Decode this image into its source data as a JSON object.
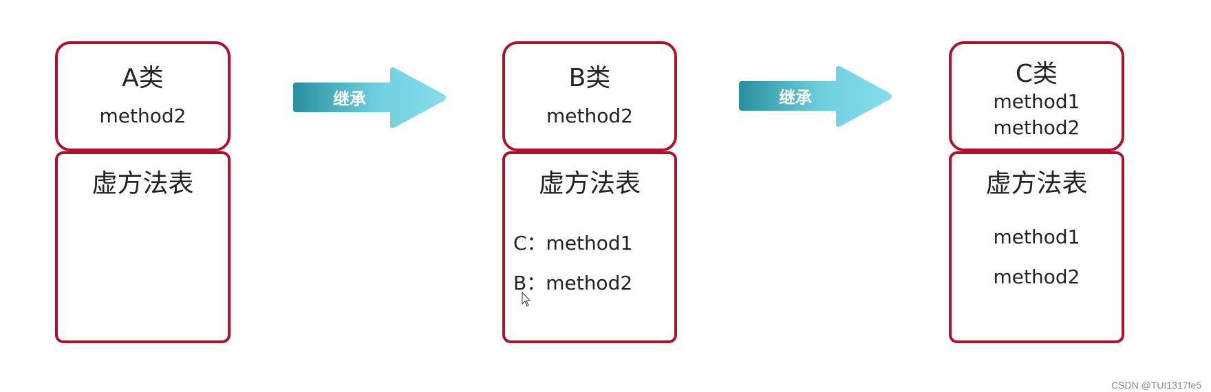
{
  "classes": [
    {
      "name": "A类",
      "methods": [
        "method2"
      ],
      "vtable_title": "虚方法表",
      "vtable": []
    },
    {
      "name": "B类",
      "methods": [
        "method2"
      ],
      "vtable_title": "虚方法表",
      "vtable": [
        "C：method1",
        "B：method2"
      ]
    },
    {
      "name": "C类",
      "methods": [
        "method1",
        "method2"
      ],
      "vtable_title": "虚方法表",
      "vtable": [
        "method1",
        "method2"
      ]
    }
  ],
  "arrows": [
    {
      "label": "继承"
    },
    {
      "label": "继承"
    }
  ],
  "colors": {
    "border": "#b0102a",
    "arrow_dark": "#2a8f9e",
    "arrow_light": "#7fd8e6"
  },
  "watermark": "CSDN @TUI1317fe5"
}
